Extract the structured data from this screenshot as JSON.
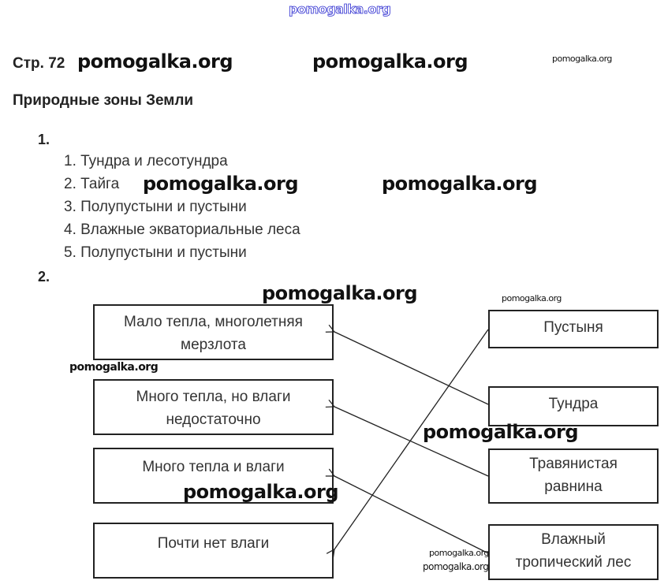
{
  "watermark": "pomogalka.org",
  "page_label": "Стр. 72",
  "title": "Природные зоны Земли",
  "task1": {
    "number": "1.",
    "items": [
      "1. Тундра и лесотундра",
      "2. Тайга",
      "3. Полупустыни и пустыни",
      "4. Влажные экваториальные леса",
      "5. Полупустыни и пустыни"
    ]
  },
  "task2": {
    "number": "2.",
    "left": [
      "Мало тепла, многолетняя мерзлота",
      "Много тепла, но влаги недостаточно",
      "Много тепла и влаги",
      "Почти нет влаги"
    ],
    "right": [
      "Пустыня",
      "Тундра",
      "Травянистая равнина",
      "Влажный тропический лес"
    ]
  }
}
